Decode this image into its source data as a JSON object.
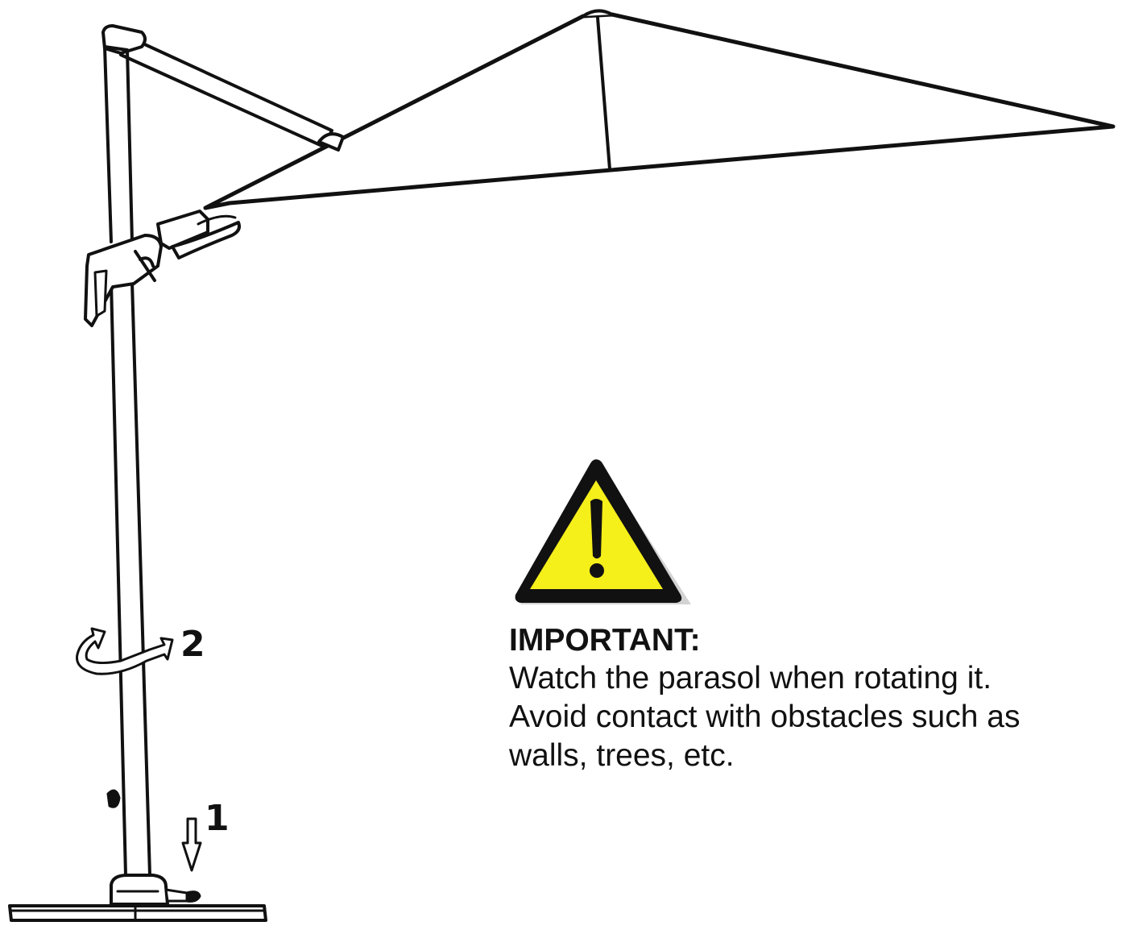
{
  "diagram": {
    "steps": [
      {
        "number": "1",
        "action": "press-down-arrow-icon"
      },
      {
        "number": "2",
        "action": "rotate-arrow-icon"
      }
    ],
    "warning": {
      "icon": "warning-triangle-icon",
      "title": "IMPORTANT:",
      "lines": [
        "Watch the parasol when rotating it.",
        "Avoid contact with obstacles such as",
        "walls, trees, etc."
      ]
    },
    "colors": {
      "line": "#111111",
      "warning_fill": "#f5ef1a",
      "warning_border": "#111111",
      "background": "#ffffff"
    }
  }
}
